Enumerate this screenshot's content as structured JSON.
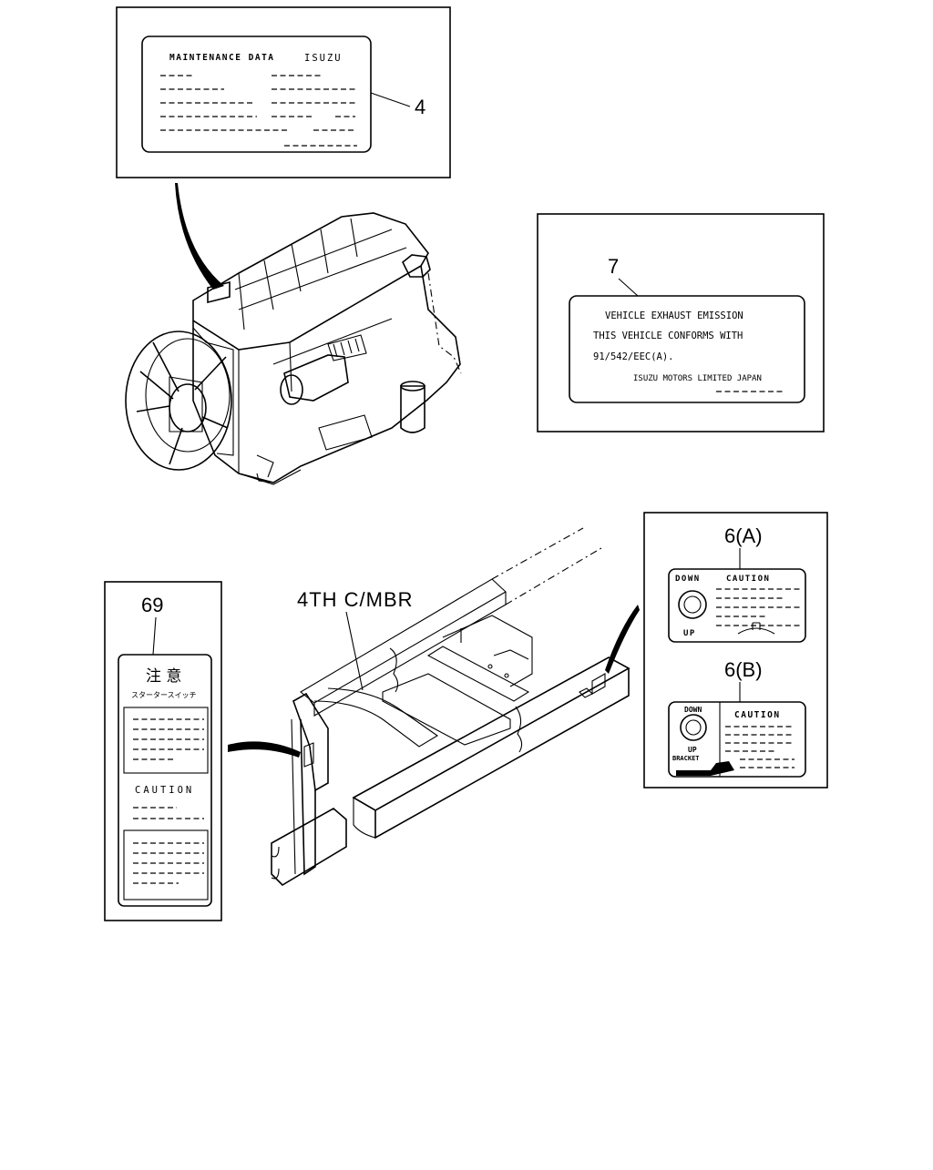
{
  "callouts": {
    "item4": "4",
    "item7": "7",
    "item6a": "6(A)",
    "item6b": "6(B)",
    "item69": "69",
    "frame_member": "4TH C/MBR"
  },
  "label4": {
    "title": "MAINTENANCE DATA",
    "brand": "ISUZU"
  },
  "label7": {
    "line1": "VEHICLE EXHAUST EMISSION",
    "line2": "THIS VEHICLE CONFORMS WITH",
    "line3": "91/542/EEC(A).",
    "line4": "ISUZU MOTORS LIMITED JAPAN"
  },
  "label6a": {
    "down": "DOWN",
    "caution": "CAUTION",
    "up": "UP"
  },
  "label6b": {
    "down": "DOWN",
    "up": "UP",
    "caution": "CAUTION",
    "bracket": "BRACKET"
  },
  "label69": {
    "jp_title": "注 意",
    "jp_sub": "スタータースイッチ",
    "caution": "CAUTION"
  }
}
